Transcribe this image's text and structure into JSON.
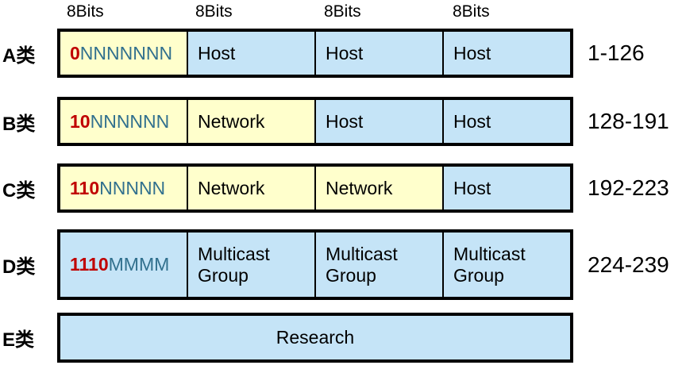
{
  "title": "IP address classes diagram",
  "header": {
    "bit_labels": [
      "8Bits",
      "8Bits",
      "8Bits",
      "8Bits"
    ]
  },
  "colors": {
    "network_cell_yellow": "#FFFFCC",
    "host_cell_blue": "#C5E4F7",
    "bit_prefix_red": "#C00000",
    "bit_letters_teal": "#31708E",
    "border_black": "#000000"
  },
  "rows": [
    {
      "label": "A类",
      "bits": {
        "prefix": "0",
        "letters": "NNNNNNN"
      },
      "cells": [
        "Host",
        "Host",
        "Host"
      ],
      "range": "1-126"
    },
    {
      "label": "B类",
      "bits": {
        "prefix": "10",
        "letters": "NNNNNN"
      },
      "cells": [
        "Network",
        "Host",
        "Host"
      ],
      "range": "128-191"
    },
    {
      "label": "C类",
      "bits": {
        "prefix": "110",
        "letters": "NNNNN"
      },
      "cells": [
        "Network",
        "Network",
        "Host"
      ],
      "range": "192-223"
    },
    {
      "label": "D类",
      "bits": {
        "prefix": "1110",
        "letters": "MMMM"
      },
      "cells": [
        "Multicast Group",
        "Multicast Group",
        "Multicast Group"
      ],
      "range": "224-239"
    },
    {
      "label": "E类",
      "cell": "Research",
      "range": ""
    }
  ]
}
